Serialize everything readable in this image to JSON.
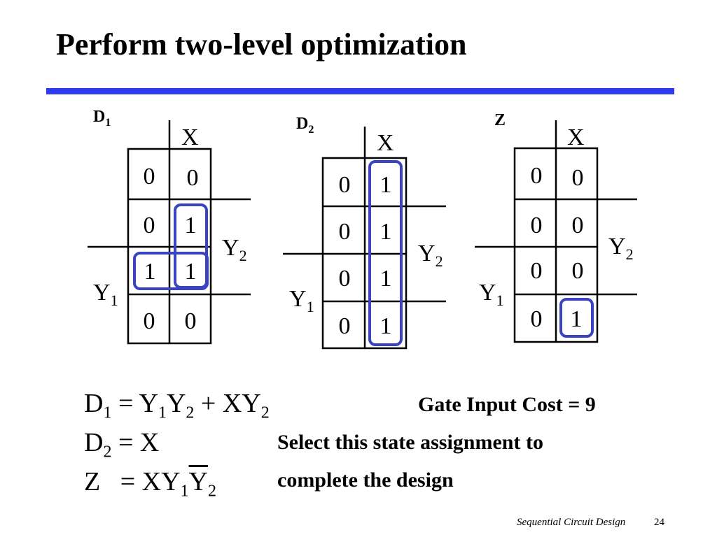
{
  "slide": {
    "title": "Perform two-level optimization",
    "accent_color": "#2d3cf0",
    "loop_color": "#3a44c0"
  },
  "kmaps": [
    {
      "label_base": "D",
      "label_sub": "1",
      "col_var": "X",
      "row_var_a": "Y",
      "row_var_a_sub": "2",
      "row_var_b": "Y",
      "row_var_b_sub": "1",
      "cells": [
        [
          "0",
          "0"
        ],
        [
          "0",
          "1"
        ],
        [
          "1",
          "1"
        ],
        [
          "0",
          "0"
        ]
      ]
    },
    {
      "label_base": "D",
      "label_sub": "2",
      "col_var": "X",
      "row_var_a": "Y",
      "row_var_a_sub": "2",
      "row_var_b": "Y",
      "row_var_b_sub": "1",
      "cells": [
        [
          "0",
          "1"
        ],
        [
          "0",
          "1"
        ],
        [
          "0",
          "1"
        ],
        [
          "0",
          "1"
        ]
      ]
    },
    {
      "label_base": "Z",
      "label_sub": "",
      "col_var": "X",
      "row_var_a": "Y",
      "row_var_a_sub": "2",
      "row_var_b": "Y",
      "row_var_b_sub": "1",
      "cells": [
        [
          "0",
          "0"
        ],
        [
          "0",
          "0"
        ],
        [
          "0",
          "0"
        ],
        [
          "0",
          "1"
        ]
      ]
    }
  ],
  "equations": {
    "d1": {
      "lhs": "D",
      "lhs_sub": "1",
      "eq": " = ",
      "t1": "Y",
      "t1_sub": "1",
      "t2": "Y",
      "t2_sub": "2",
      "plus": " + XY",
      "t3_sub": "2"
    },
    "d2": {
      "lhs": "D",
      "lhs_sub": "2",
      "eq": " = X"
    },
    "z": {
      "lhs": "Z",
      "eq": "   = XY",
      "t1_sub": "1",
      "t2": "Y",
      "t2_sub": "2"
    }
  },
  "notes": {
    "cost": "Gate Input Cost = 9",
    "select_line1": "Select this state assignment to",
    "select_line2": "complete the design"
  },
  "footer": {
    "text": "Sequential Circuit Design",
    "page": "24"
  }
}
